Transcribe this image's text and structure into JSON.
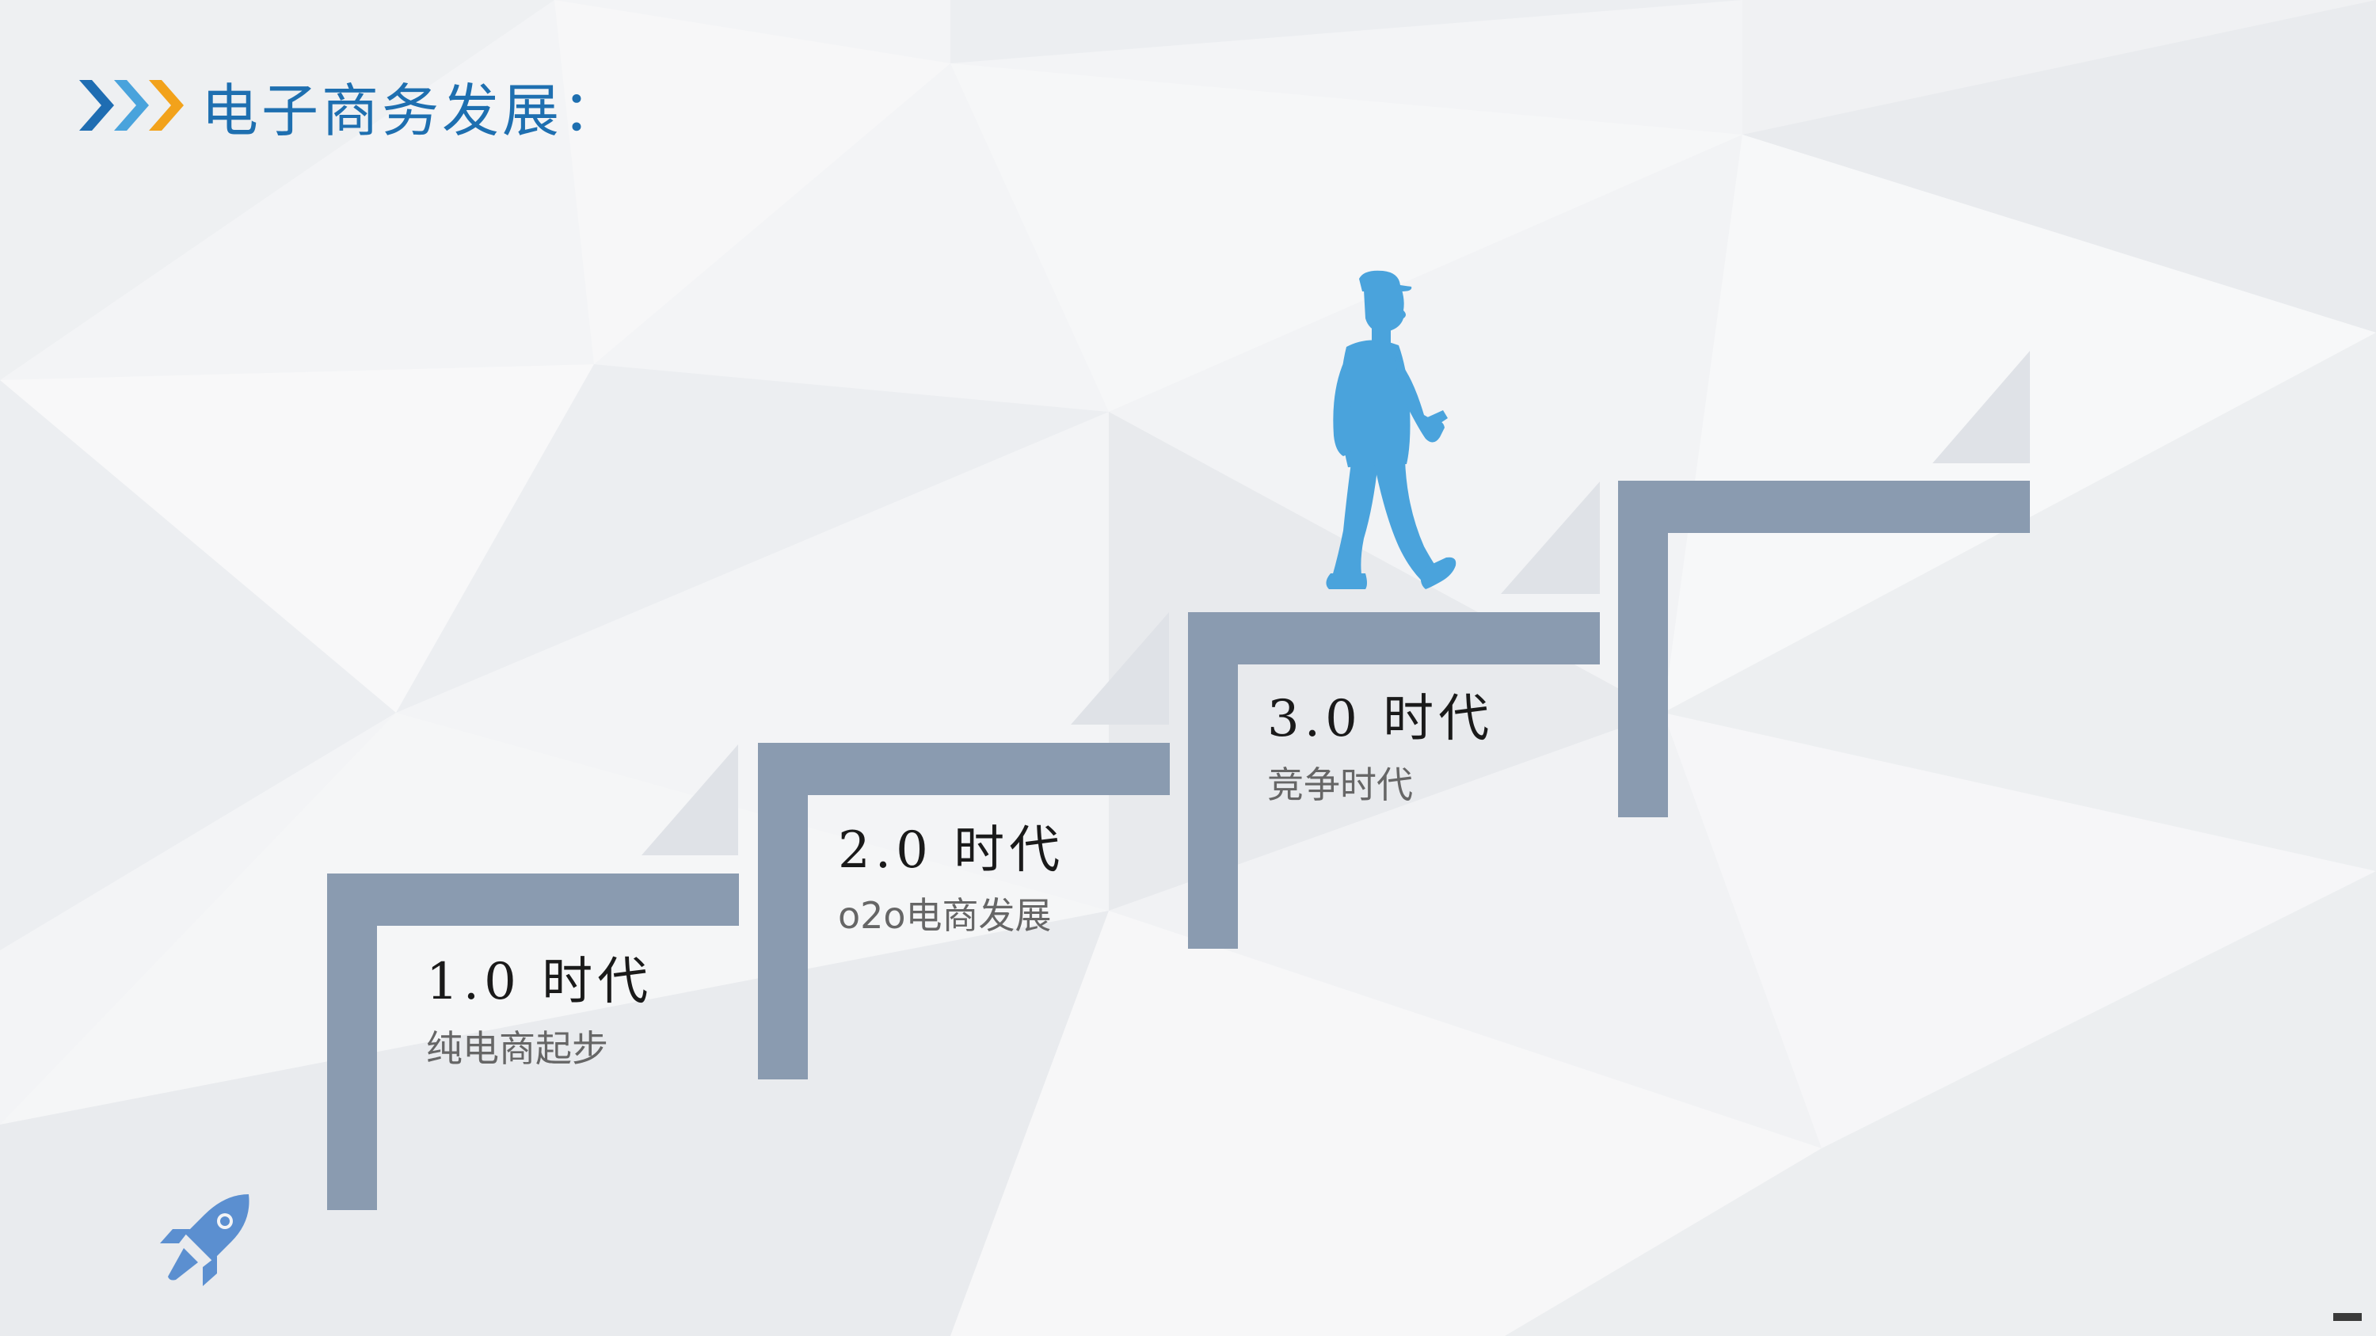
{
  "slide": {
    "title": "电子商务发展：",
    "title_icon": "triple-chevron-icon",
    "colors": {
      "title": "#1e6fb0",
      "chevron_dark": "#1f6db2",
      "chevron_light": "#49a3dc",
      "chevron_accent": "#f2a21b",
      "step": "#8a9bb0",
      "step_triangle": "#dfe2e7",
      "walker": "#4aa3dc",
      "rocket": "#5b8fd0"
    }
  },
  "steps": [
    {
      "title": "1.0 时代",
      "subtitle": "纯电商起步"
    },
    {
      "title": "2.0 时代",
      "subtitle": "o2o电商发展"
    },
    {
      "title": "3.0 时代",
      "subtitle": "竞争时代"
    }
  ],
  "decor": {
    "walker_icon": "walking-man-icon",
    "rocket_icon": "rocket-icon"
  }
}
